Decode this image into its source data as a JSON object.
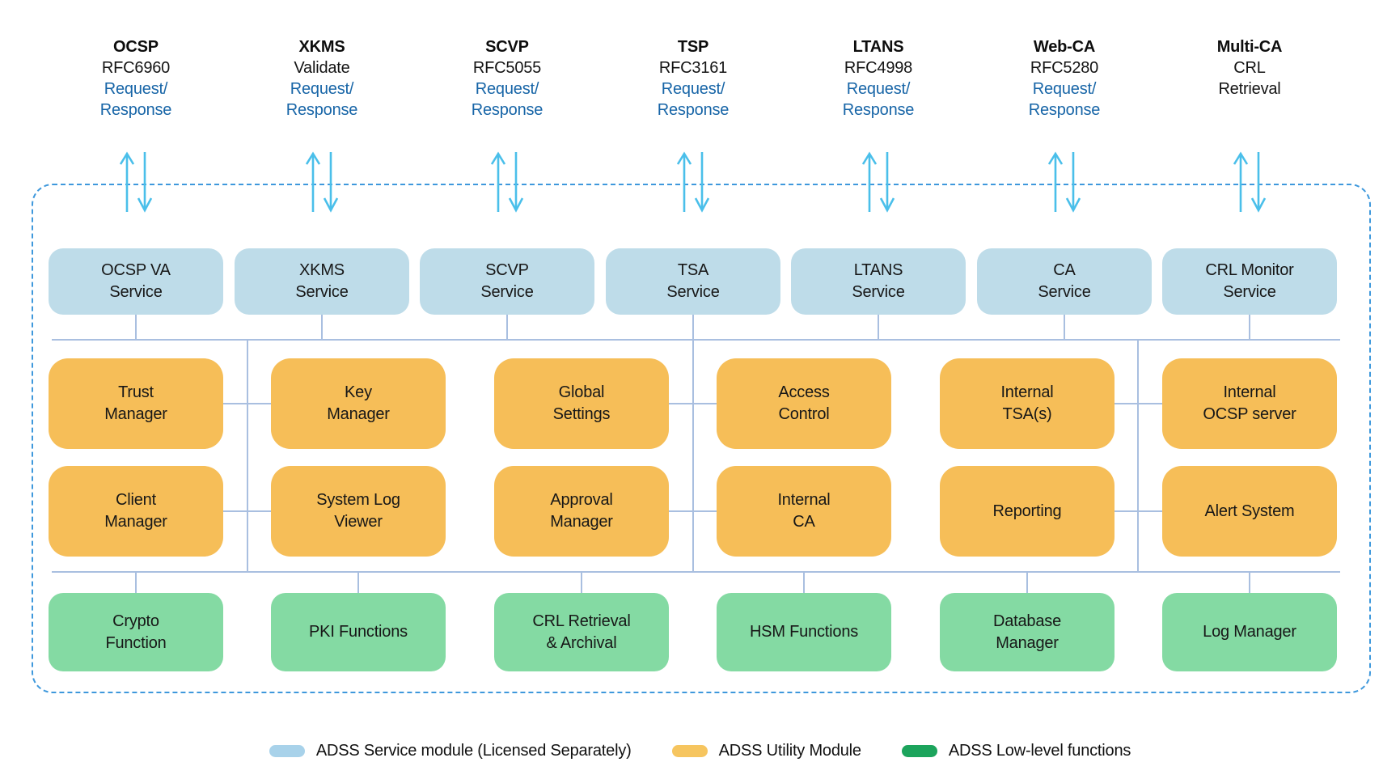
{
  "protocols": [
    {
      "name": "OCSP",
      "line2": "RFC6960",
      "line3": "Request/",
      "line4": "Response"
    },
    {
      "name": "XKMS",
      "line2": "Validate",
      "line3": "Request/",
      "line4": "Response"
    },
    {
      "name": "SCVP",
      "line2": "RFC5055",
      "line3": "Request/",
      "line4": "Response"
    },
    {
      "name": "TSP",
      "line2": "RFC3161",
      "line3": "Request/",
      "line4": "Response"
    },
    {
      "name": "LTANS",
      "line2": "RFC4998",
      "line3": "Request/",
      "line4": "Response"
    },
    {
      "name": "Web-CA",
      "line2": "RFC5280",
      "line3": "Request/",
      "line4": "Response"
    },
    {
      "name": "Multi-CA",
      "line2": "CRL",
      "line3": "Retrieval",
      "line4": ""
    }
  ],
  "services": [
    {
      "label": "OCSP VA\nService"
    },
    {
      "label": "XKMS\nService"
    },
    {
      "label": "SCVP\nService"
    },
    {
      "label": "TSA\nService"
    },
    {
      "label": "LTANS\nService"
    },
    {
      "label": "CA\nService"
    },
    {
      "label": "CRL Monitor\nService"
    }
  ],
  "utility_modules": {
    "row1": [
      {
        "label": "Trust\nManager"
      },
      {
        "label": "Key\nManager"
      },
      {
        "label": "Global\nSettings"
      },
      {
        "label": "Access\nControl"
      },
      {
        "label": "Internal\nTSA(s)"
      },
      {
        "label": "Internal\nOCSP server"
      }
    ],
    "row2": [
      {
        "label": "Client\nManager"
      },
      {
        "label": "System Log\nViewer"
      },
      {
        "label": "Approval\nManager"
      },
      {
        "label": "Internal\nCA"
      },
      {
        "label": "Reporting"
      },
      {
        "label": "Alert System"
      }
    ]
  },
  "low_level_functions": [
    {
      "label": "Crypto\nFunction"
    },
    {
      "label": "PKI Functions"
    },
    {
      "label": "CRL Retrieval\n& Archival"
    },
    {
      "label": "HSM Functions"
    },
    {
      "label": "Database\nManager"
    },
    {
      "label": "Log Manager"
    }
  ],
  "legend": [
    {
      "label": "ADSS Service module (Licensed Separately)",
      "color": "#a8d2ea"
    },
    {
      "label": "ADSS Utility Module",
      "color": "#f6c55f"
    },
    {
      "label": "ADSS Low-level functions",
      "color": "#1ca45c"
    }
  ],
  "colors": {
    "service_box": "#bedce9",
    "utility_box": "#f6be58",
    "low_level_box": "#84daa3",
    "request_response_text": "#1765a7",
    "arrow_blue": "#4abfea",
    "dashed_border": "#3e98dc",
    "connector": "#a9bfe0"
  }
}
